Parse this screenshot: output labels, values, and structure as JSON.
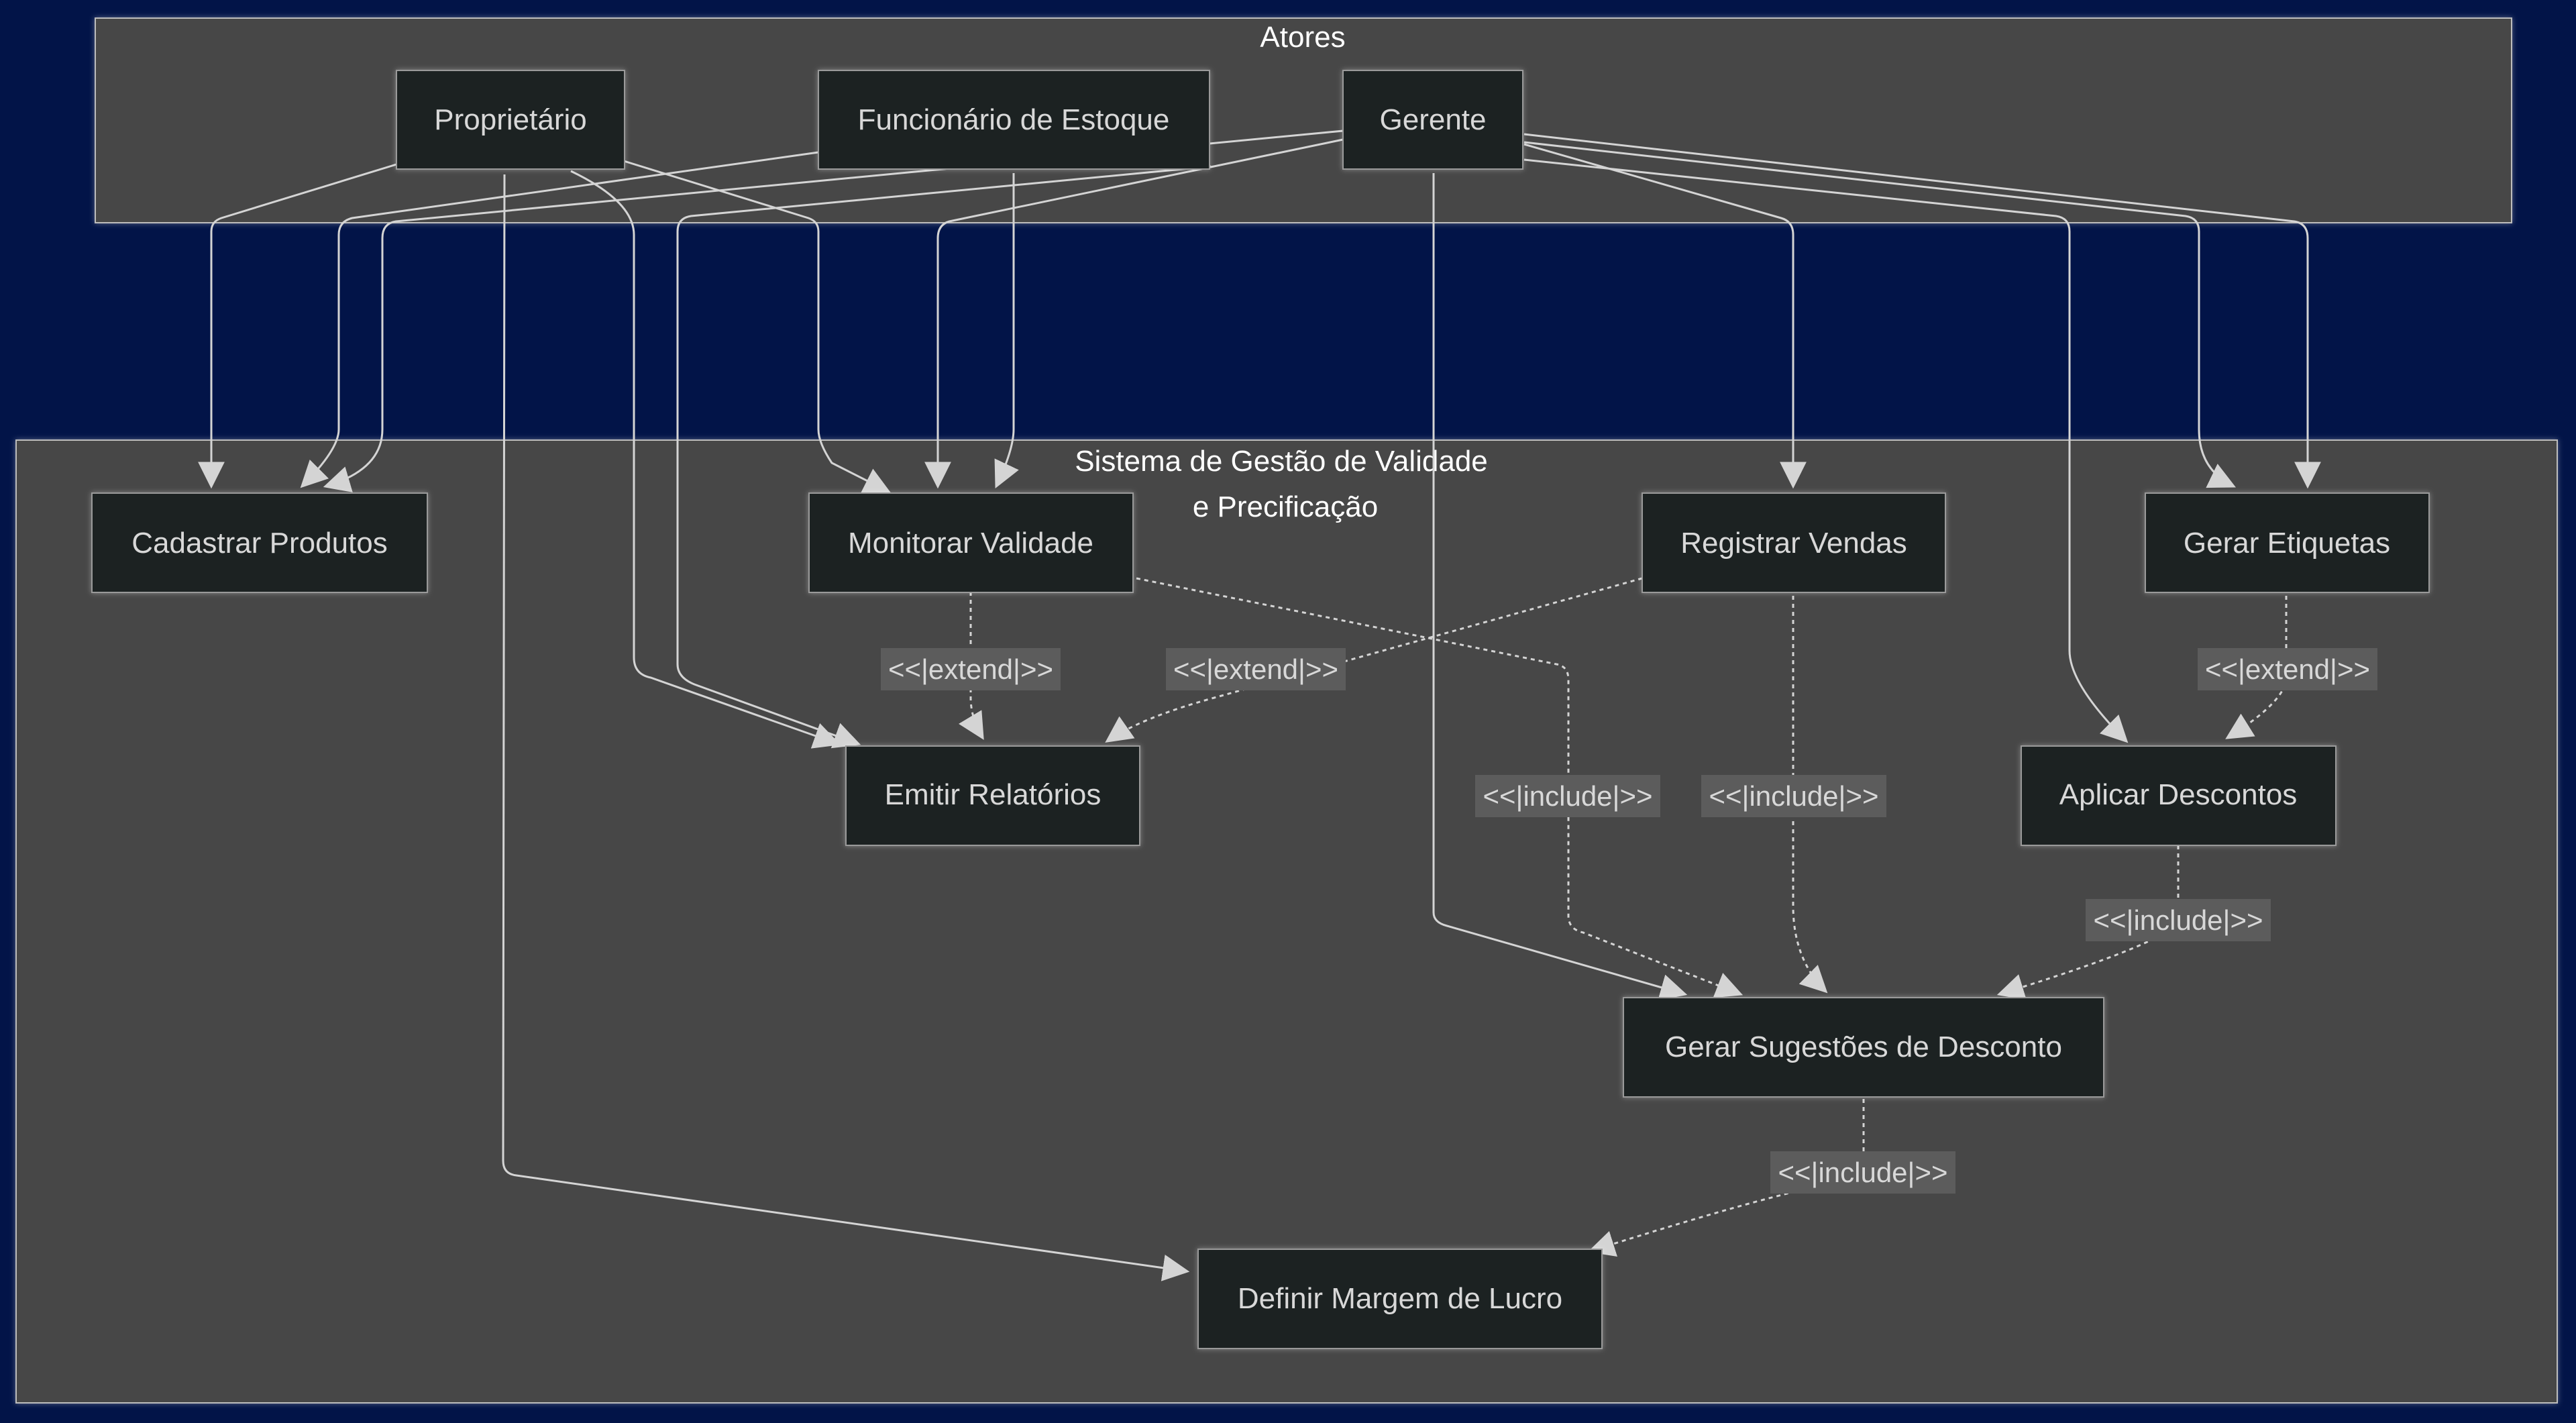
{
  "colors": {
    "background": "#021448",
    "cluster_fill": "#474747",
    "cluster_stroke": "#bdbdbd",
    "node_fill": "#1f2120",
    "node_stroke": "#9a9a9a",
    "edge": "#d4d4d4",
    "label_bg": "#5c5c5c",
    "text": "#d8d8d8",
    "title_text": "#ffffff"
  },
  "clusters": {
    "actors": {
      "title": "Atores"
    },
    "system": {
      "title_line1": "Sistema de Gestão de Validade",
      "title_line2": "e Precificação"
    }
  },
  "actors": {
    "owner": "Proprietário",
    "stock_clerk": "Funcionário de Estoque",
    "manager": "Gerente"
  },
  "use_cases": {
    "register_products": "Cadastrar Produtos",
    "monitor_validity": "Monitorar Validade",
    "register_sales": "Registrar Vendas",
    "generate_labels": "Gerar Etiquetas",
    "issue_reports": "Emitir Relatórios",
    "apply_discounts": "Aplicar Descontos",
    "generate_discount_suggestions": "Gerar Sugestões de Desconto",
    "define_profit_margin": "Definir Margem de Lucro"
  },
  "relationship_labels": {
    "monitor_validity_to_issue_reports": "<<|extend|>>",
    "register_sales_to_issue_reports": "<<|extend|>>",
    "generate_labels_to_apply_discounts": "<<|extend|>>",
    "monitor_validity_to_suggestions": "<<|include|>>",
    "register_sales_to_suggestions": "<<|include|>>",
    "apply_discounts_to_suggestions": "<<|include|>>",
    "suggestions_to_profit_margin": "<<|include|>>"
  }
}
